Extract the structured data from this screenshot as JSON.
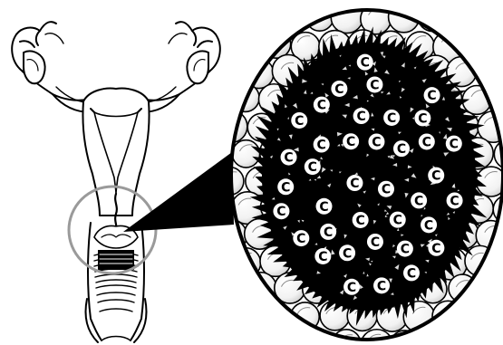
{
  "colors": {
    "ink": "#000000",
    "paper": "#ffffff",
    "highlight_ring": "#9a9a9a",
    "cell_shade": "#d8d8d8"
  },
  "icons": {
    "anatomy": "female-reproductive-anatomy",
    "zoom_ring": "magnifier-circle",
    "zoom_callout": "zoom-wedge",
    "cells": "round-cells",
    "cluster": "spiky-cell-cluster"
  },
  "callout": {
    "cluster_marker": "C",
    "cluster_marker_count": 38
  }
}
